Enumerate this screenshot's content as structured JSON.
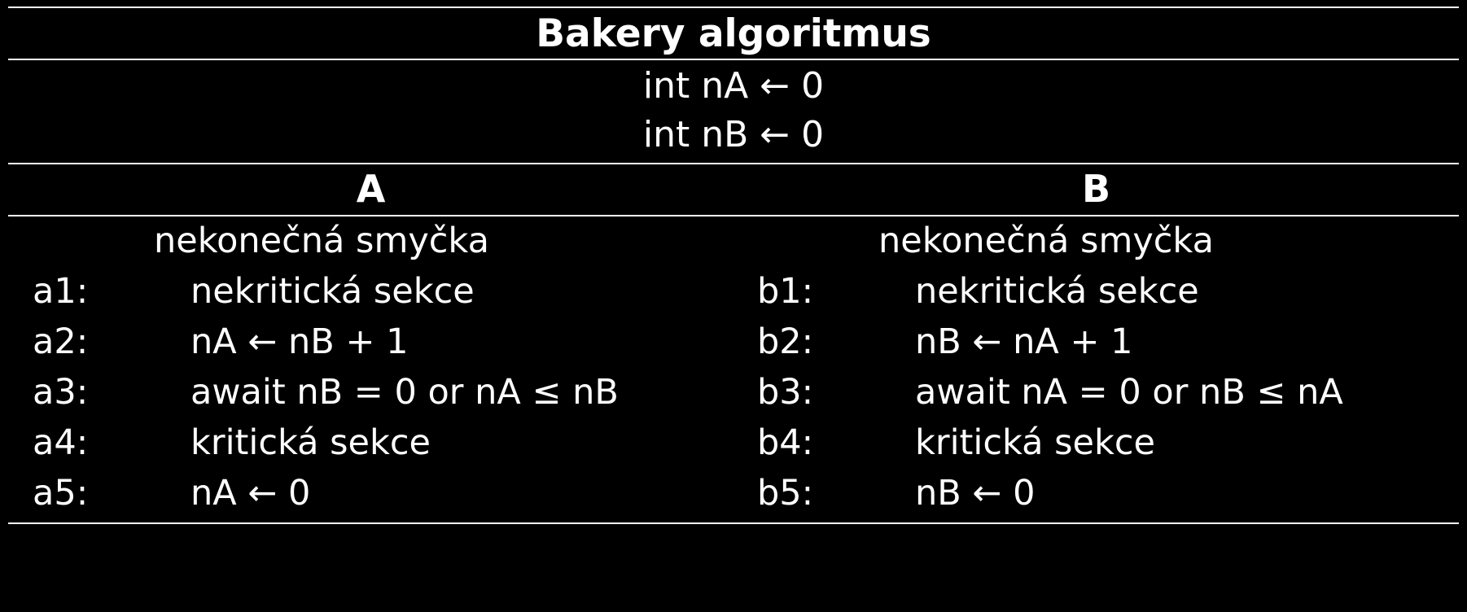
{
  "title": "Bakery algoritmus",
  "declarations": [
    "int nA ← 0",
    "int nB ← 0"
  ],
  "columns": [
    {
      "header": "A",
      "loop": "nekonečná smyčka",
      "lines": [
        {
          "label": "a1:",
          "text": "nekritická sekce"
        },
        {
          "label": "a2:",
          "text": "nA ← nB + 1"
        },
        {
          "label": "a3:",
          "text": "await nB = 0 or nA ≤ nB"
        },
        {
          "label": "a4:",
          "text": "kritická sekce"
        },
        {
          "label": "a5:",
          "text": "nA ← 0"
        }
      ]
    },
    {
      "header": "B",
      "loop": "nekonečná smyčka",
      "lines": [
        {
          "label": "b1:",
          "text": "nekritická sekce"
        },
        {
          "label": "b2:",
          "text": "nB ← nA + 1"
        },
        {
          "label": "b3:",
          "text": "await nA = 0 or nB ≤ nA"
        },
        {
          "label": "b4:",
          "text": "kritická sekce"
        },
        {
          "label": "b5:",
          "text": "nB ← 0"
        }
      ]
    }
  ]
}
